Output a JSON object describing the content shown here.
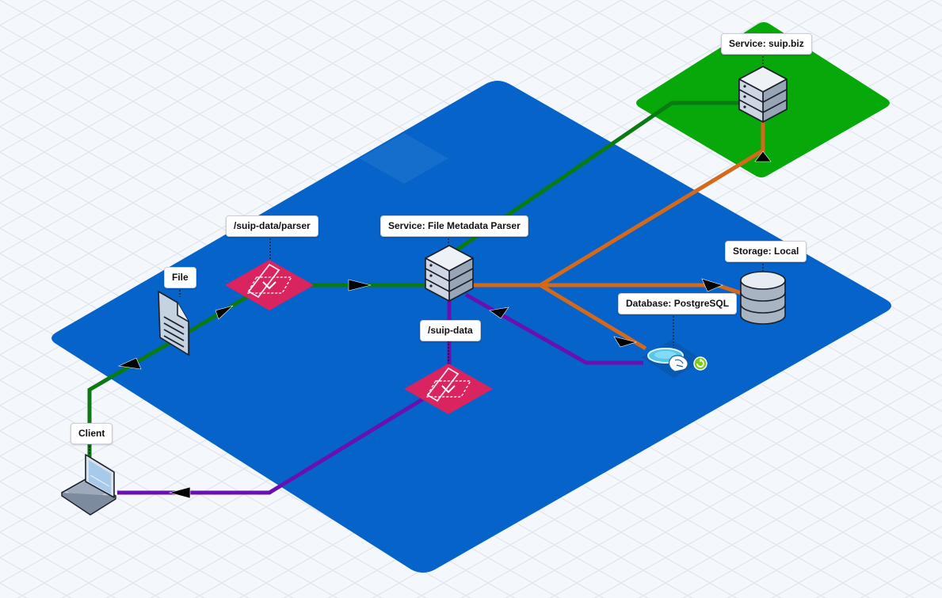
{
  "colors": {
    "background": "#f4f7fb",
    "grid": "#dde3ea",
    "platform_blue": "#0563c9",
    "platform_green": "#06a80a",
    "link_green": "#0a7a12",
    "link_orange": "#d4691b",
    "link_purple": "#6a0fb0",
    "api_gateway": "#d9245f",
    "arrow": "#000000"
  },
  "labels": {
    "service_suip": "Service: suip.biz",
    "parser_route": "/suip-data/parser",
    "service_parser": "Service: File Metadata Parser",
    "storage": "Storage: Local",
    "file": "File",
    "database": "Database: PostgreSQL",
    "suip_data_route": "/suip-data",
    "client": "Client"
  },
  "icons": {
    "server": "server-rack-icon",
    "storage": "storage-cylinder-icon",
    "file": "document-icon",
    "database": "postgresql-database-icon",
    "gateway": "api-gateway-icon",
    "client": "laptop-icon"
  }
}
